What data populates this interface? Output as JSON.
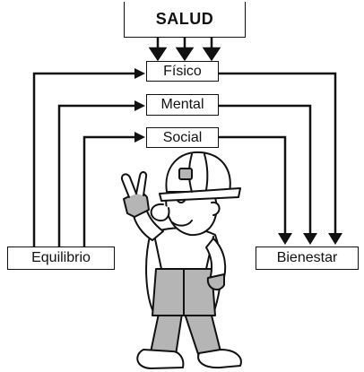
{
  "diagram": {
    "title": "SALUD",
    "dimensions": [
      "Físico",
      "Mental",
      "Social"
    ],
    "left_concept": "Equilibrio",
    "right_concept": "Bienestar"
  },
  "colors": {
    "ink": "#111111",
    "background": "#ffffff",
    "shade": "#b5b5b5"
  },
  "illustration": {
    "subject": "construction worker giving peace sign",
    "icon": "worker-icon"
  }
}
